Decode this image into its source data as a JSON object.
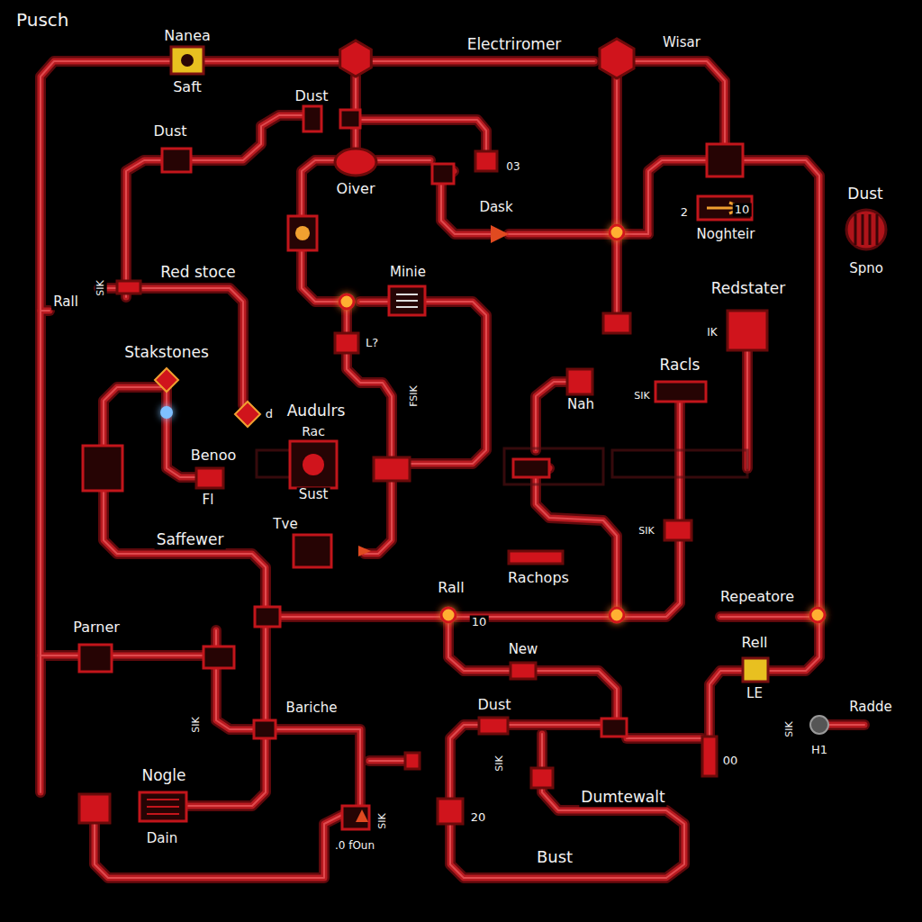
{
  "diagram": {
    "title": "Pusch",
    "labels": [
      "Nanea",
      "Saft",
      "Electriromer",
      "Wisar",
      "Dust",
      "Dust",
      "Oiver",
      "Dask",
      "Dust",
      "Noghteir",
      "Spno",
      "Red stoce",
      "Minie",
      "Redstater",
      "Rall",
      "Stakstones",
      "Racls",
      "Nah",
      "Audulrs",
      "Rac",
      "Benoo",
      "Sust",
      "Fl",
      "Saffewer",
      "Tve",
      "Rachops",
      "Rall",
      "Repeatore",
      "Parner",
      "Rell",
      "New",
      "LE",
      "Radde",
      "Dust",
      "Bariche",
      "Nogle",
      "Dumtewalt",
      "Dain",
      "Bust",
      "L?",
      "d",
      "03",
      "2",
      "10",
      "10",
      "20",
      "00",
      "H1",
      ".0 fOun",
      "SIK",
      "FSIK",
      "SIK",
      "SIK",
      "SIK",
      "SIK",
      "SIK",
      "SIK",
      "IK"
    ]
  }
}
